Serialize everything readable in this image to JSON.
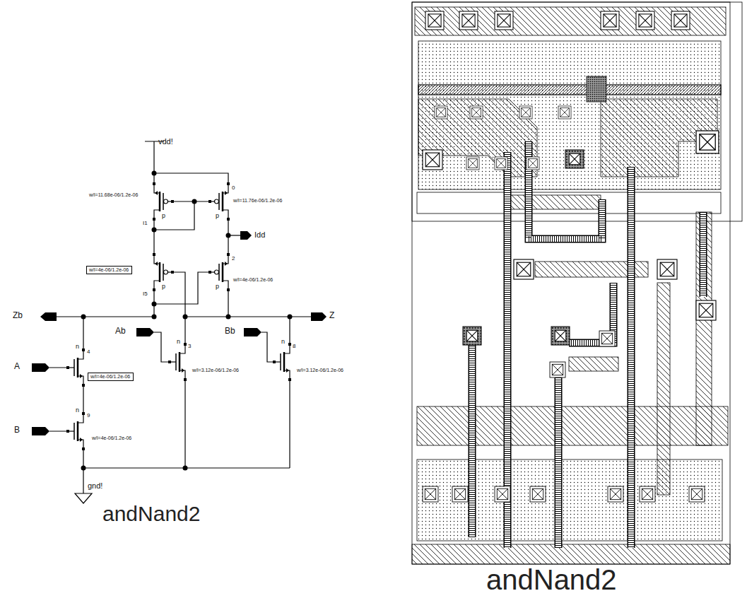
{
  "diagram": {
    "nodes": [
      {
        "text": [
          "w/l=4e-06/1.2e-06"
        ]
      },
      {
        "text": [
          "w/l=4e-06/1.2e-06"
        ]
      }
    ],
    "labels": [
      "vdd!",
      "w/l=11.68e-06/1.2e-06",
      "p",
      "I1",
      "0",
      "p",
      "w/l=11.76e-06/1.2e-06",
      "Idd",
      "p",
      "I5",
      "2",
      "p",
      "w/l=4e-06/1.2e-06",
      "Zb",
      "Z",
      "A",
      "n",
      "4",
      "Ab",
      "n",
      "3",
      "w/l=3.12e-06/1.2e-06",
      "Bb",
      "n",
      "8",
      "w/l=3.12e-06/1.2e-06",
      "B",
      "n",
      "9",
      "w/l=4e-06/1.2e-06",
      "gnd!",
      "andNand2",
      "andNand2"
    ]
  }
}
